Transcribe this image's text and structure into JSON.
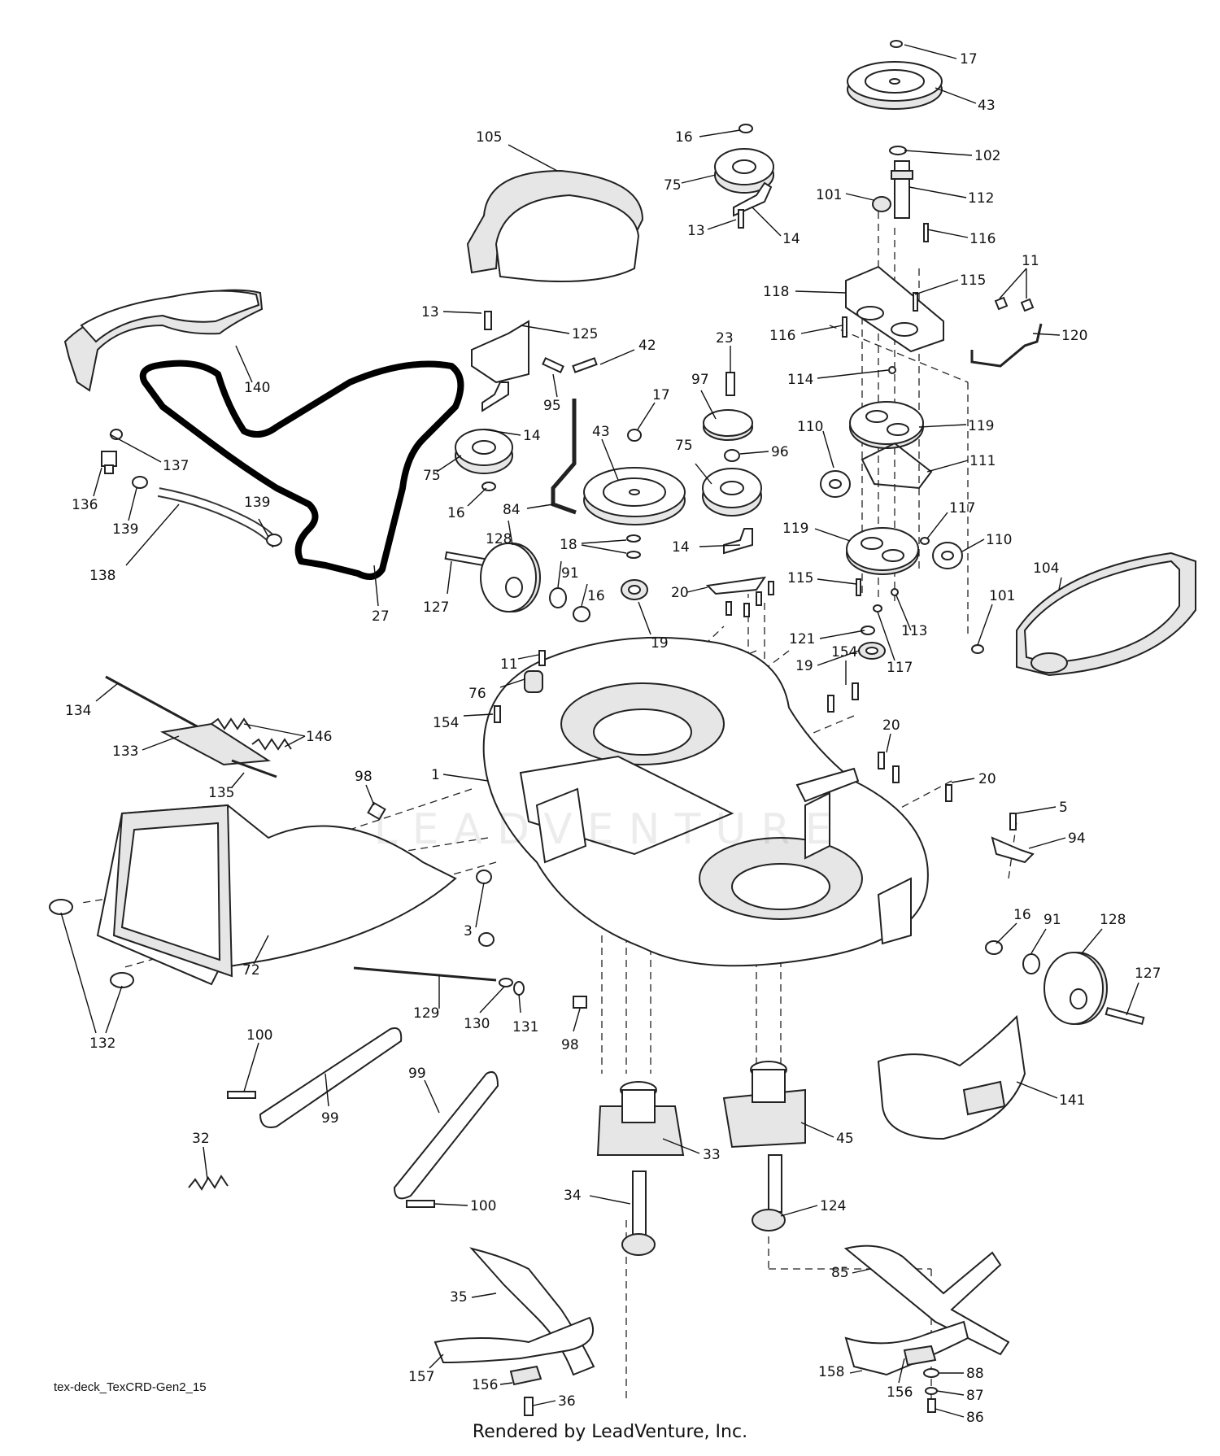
{
  "diagram": {
    "code": "tex-deck_TexCRD-Gen2_15",
    "credit": "Rendered by LeadVenture, Inc.",
    "watermark": "LEADVENTURE"
  },
  "callouts": [
    {
      "id": "c17a",
      "label": "17"
    },
    {
      "id": "c43a",
      "label": "43"
    },
    {
      "id": "c102",
      "label": "102"
    },
    {
      "id": "c112",
      "label": "112"
    },
    {
      "id": "c101a",
      "label": "101"
    },
    {
      "id": "c116a",
      "label": "116"
    },
    {
      "id": "c11a",
      "label": "11"
    },
    {
      "id": "c115a",
      "label": "115"
    },
    {
      "id": "c118",
      "label": "118"
    },
    {
      "id": "c116b",
      "label": "116"
    },
    {
      "id": "c120",
      "label": "120"
    },
    {
      "id": "c114",
      "label": "114"
    },
    {
      "id": "c119a",
      "label": "119"
    },
    {
      "id": "c110a",
      "label": "110"
    },
    {
      "id": "c111",
      "label": "111"
    },
    {
      "id": "c117a",
      "label": "117"
    },
    {
      "id": "c119b",
      "label": "119"
    },
    {
      "id": "c110b",
      "label": "110"
    },
    {
      "id": "c115b",
      "label": "115"
    },
    {
      "id": "c113",
      "label": "113"
    },
    {
      "id": "c121",
      "label": "121"
    },
    {
      "id": "c117b",
      "label": "117"
    },
    {
      "id": "c19b",
      "label": "19"
    },
    {
      "id": "c101b",
      "label": "101"
    },
    {
      "id": "c104",
      "label": "104"
    },
    {
      "id": "c16a",
      "label": "16"
    },
    {
      "id": "c75a",
      "label": "75"
    },
    {
      "id": "c13a",
      "label": "13"
    },
    {
      "id": "c14a",
      "label": "14"
    },
    {
      "id": "c105",
      "label": "105"
    },
    {
      "id": "c140",
      "label": "140"
    },
    {
      "id": "c13b",
      "label": "13"
    },
    {
      "id": "c125",
      "label": "125"
    },
    {
      "id": "c42",
      "label": "42"
    },
    {
      "id": "c95",
      "label": "95"
    },
    {
      "id": "c23",
      "label": "23"
    },
    {
      "id": "c97",
      "label": "97"
    },
    {
      "id": "c17b",
      "label": "17"
    },
    {
      "id": "c43b",
      "label": "43"
    },
    {
      "id": "c75b",
      "label": "75"
    },
    {
      "id": "c96",
      "label": "96"
    },
    {
      "id": "c14b",
      "label": "14"
    },
    {
      "id": "c75c",
      "label": "75"
    },
    {
      "id": "c16b",
      "label": "16"
    },
    {
      "id": "c84",
      "label": "84"
    },
    {
      "id": "c14c",
      "label": "14"
    },
    {
      "id": "c18",
      "label": "18"
    },
    {
      "id": "c19a",
      "label": "19"
    },
    {
      "id": "c20a",
      "label": "20"
    },
    {
      "id": "c137",
      "label": "137"
    },
    {
      "id": "c136",
      "label": "136"
    },
    {
      "id": "c139a",
      "label": "139"
    },
    {
      "id": "c139b",
      "label": "139"
    },
    {
      "id": "c138",
      "label": "138"
    },
    {
      "id": "c27",
      "label": "27"
    },
    {
      "id": "c128a",
      "label": "128"
    },
    {
      "id": "c127a",
      "label": "127"
    },
    {
      "id": "c91a",
      "label": "91"
    },
    {
      "id": "c16c",
      "label": "16"
    },
    {
      "id": "c11b",
      "label": "11"
    },
    {
      "id": "c76",
      "label": "76"
    },
    {
      "id": "c154a",
      "label": "154"
    },
    {
      "id": "c154b",
      "label": "154"
    },
    {
      "id": "c134",
      "label": "134"
    },
    {
      "id": "c146",
      "label": "146"
    },
    {
      "id": "c133",
      "label": "133"
    },
    {
      "id": "c135",
      "label": "135"
    },
    {
      "id": "c1",
      "label": "1"
    },
    {
      "id": "c98a",
      "label": "98"
    },
    {
      "id": "c20b",
      "label": "20"
    },
    {
      "id": "c20c",
      "label": "20"
    },
    {
      "id": "c5",
      "label": "5"
    },
    {
      "id": "c94",
      "label": "94"
    },
    {
      "id": "c3",
      "label": "3"
    },
    {
      "id": "c72",
      "label": "72"
    },
    {
      "id": "c16d",
      "label": "16"
    },
    {
      "id": "c91b",
      "label": "91"
    },
    {
      "id": "c128b",
      "label": "128"
    },
    {
      "id": "c127b",
      "label": "127"
    },
    {
      "id": "c132",
      "label": "132"
    },
    {
      "id": "c129",
      "label": "129"
    },
    {
      "id": "c130",
      "label": "130"
    },
    {
      "id": "c131",
      "label": "131"
    },
    {
      "id": "c98b",
      "label": "98"
    },
    {
      "id": "c141",
      "label": "141"
    },
    {
      "id": "c100a",
      "label": "100"
    },
    {
      "id": "c99a",
      "label": "99"
    },
    {
      "id": "c99b",
      "label": "99"
    },
    {
      "id": "c32",
      "label": "32"
    },
    {
      "id": "c100b",
      "label": "100"
    },
    {
      "id": "c33",
      "label": "33"
    },
    {
      "id": "c45",
      "label": "45"
    },
    {
      "id": "c34",
      "label": "34"
    },
    {
      "id": "c124",
      "label": "124"
    },
    {
      "id": "c35",
      "label": "35"
    },
    {
      "id": "c85",
      "label": "85"
    },
    {
      "id": "c157",
      "label": "157"
    },
    {
      "id": "c156a",
      "label": "156"
    },
    {
      "id": "c36",
      "label": "36"
    },
    {
      "id": "c158",
      "label": "158"
    },
    {
      "id": "c156b",
      "label": "156"
    },
    {
      "id": "c88",
      "label": "88"
    },
    {
      "id": "c87",
      "label": "87"
    },
    {
      "id": "c86",
      "label": "86"
    }
  ]
}
